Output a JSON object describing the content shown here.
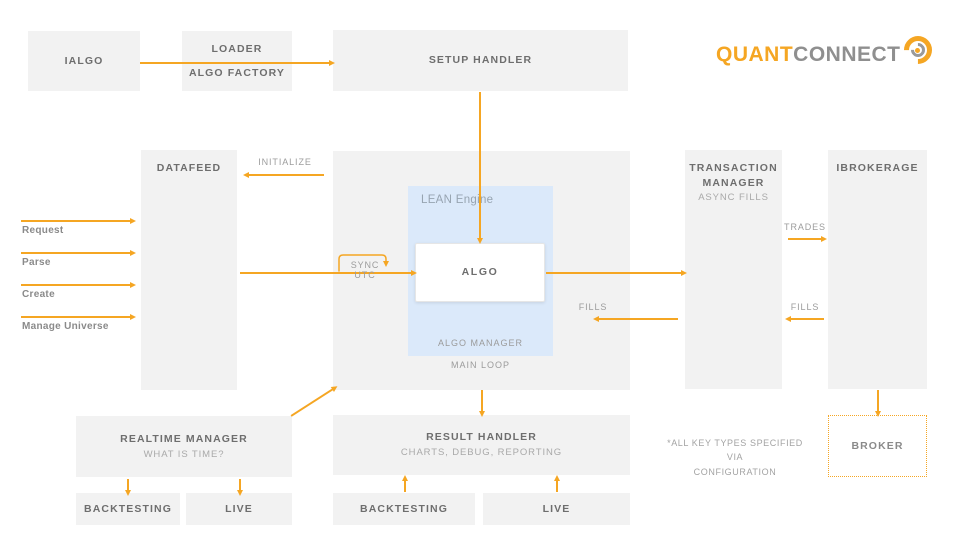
{
  "logo": {
    "part1": "QUANT",
    "part2": "CONNECT"
  },
  "colors": {
    "accent": "#F5A623",
    "box_fill": "#F2F2F2",
    "lean_fill": "#DBE9FA",
    "title_text": "#6E6E6E",
    "muted_text": "#A9A9A9"
  },
  "boxes": {
    "ialgo": {
      "title": "IALGO"
    },
    "loader": {
      "title": "LOADER",
      "subtitle": "ALGO FACTORY"
    },
    "setup_handler": {
      "title": "SETUP HANDLER"
    },
    "datafeed": {
      "title": "DATAFEED"
    },
    "lean_engine": {
      "label": "LEAN Engine",
      "algo": "ALGO",
      "algo_manager": "ALGO MANAGER",
      "main_loop": "MAIN LOOP"
    },
    "transaction_manager": {
      "title": "TRANSACTION MANAGER",
      "subtitle": "ASYNC FILLS"
    },
    "ibrokerage": {
      "title": "IBROKERAGE"
    },
    "broker": {
      "title": "BROKER"
    },
    "realtime_manager": {
      "title": "REALTIME MANAGER",
      "subtitle": "WHAT IS TIME?"
    },
    "result_handler": {
      "title": "RESULT HANDLER",
      "subtitle": "CHARTS, DEBUG, REPORTING"
    },
    "backtesting_left": {
      "title": "BACKTESTING"
    },
    "live_left": {
      "title": "LIVE"
    },
    "backtesting_center": {
      "title": "BACKTESTING"
    },
    "live_center": {
      "title": "LIVE"
    }
  },
  "edge_labels": {
    "initialize": "INITIALIZE",
    "sync_utc": "SYNC UTC",
    "request": "Request",
    "parse": "Parse",
    "create": "Create",
    "manage_universe": "Manage Universe",
    "trades": "TRADES",
    "fills_center": "FILLS",
    "fills_right": "FILLS"
  },
  "note": {
    "line1": "*ALL KEY TYPES SPECIFIED VIA",
    "line2": "CONFIGURATION"
  }
}
